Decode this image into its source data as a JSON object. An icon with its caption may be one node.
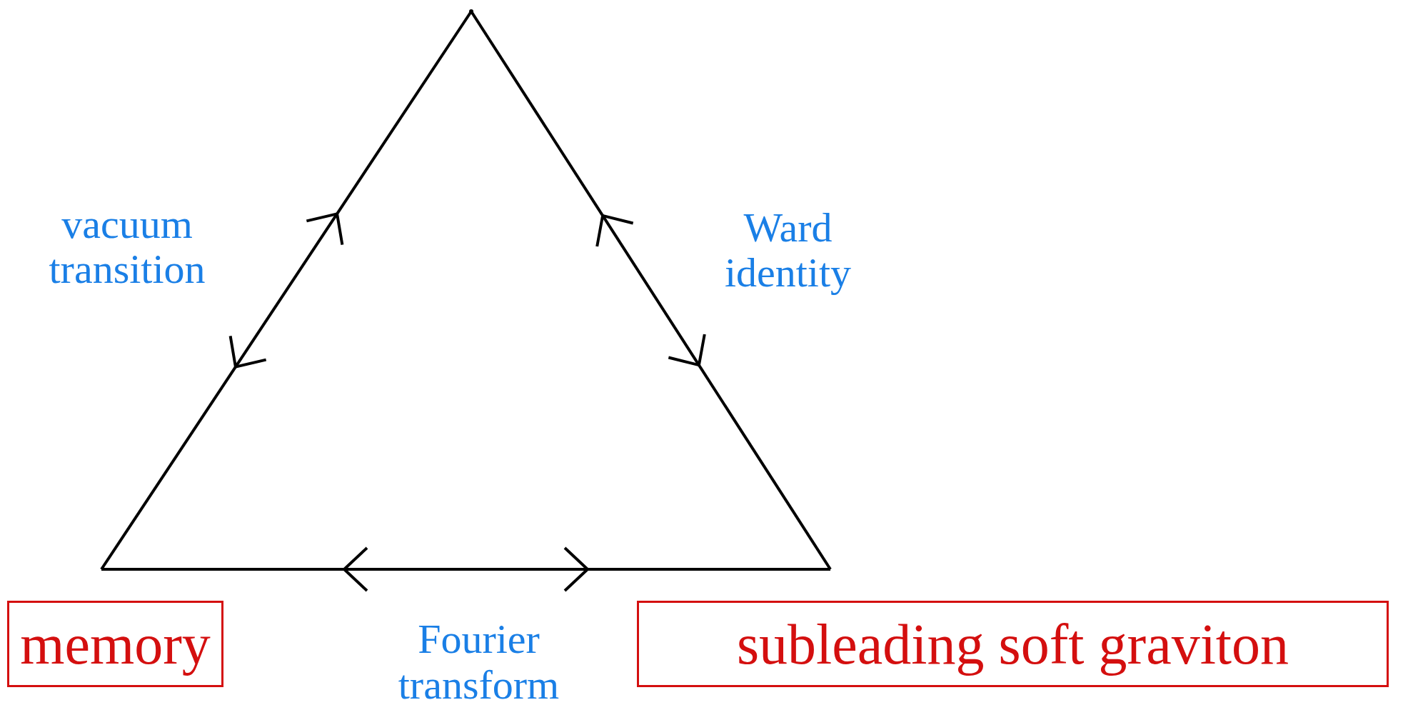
{
  "diagram": {
    "nodes": [
      {
        "text": [],
        "shape": "point"
      },
      {
        "text": [
          "memory"
        ]
      },
      {
        "text": [
          "subleading soft graviton"
        ]
      }
    ],
    "edges": [
      {
        "from": 0,
        "to": 1,
        "arrow": "both",
        "label": "vacuum transition"
      },
      {
        "from": 0,
        "to": 2,
        "arrow": "both",
        "label": "Ward identity"
      },
      {
        "from": 1,
        "to": 2,
        "arrow": "both",
        "label": "Fourier transform"
      }
    ]
  }
}
